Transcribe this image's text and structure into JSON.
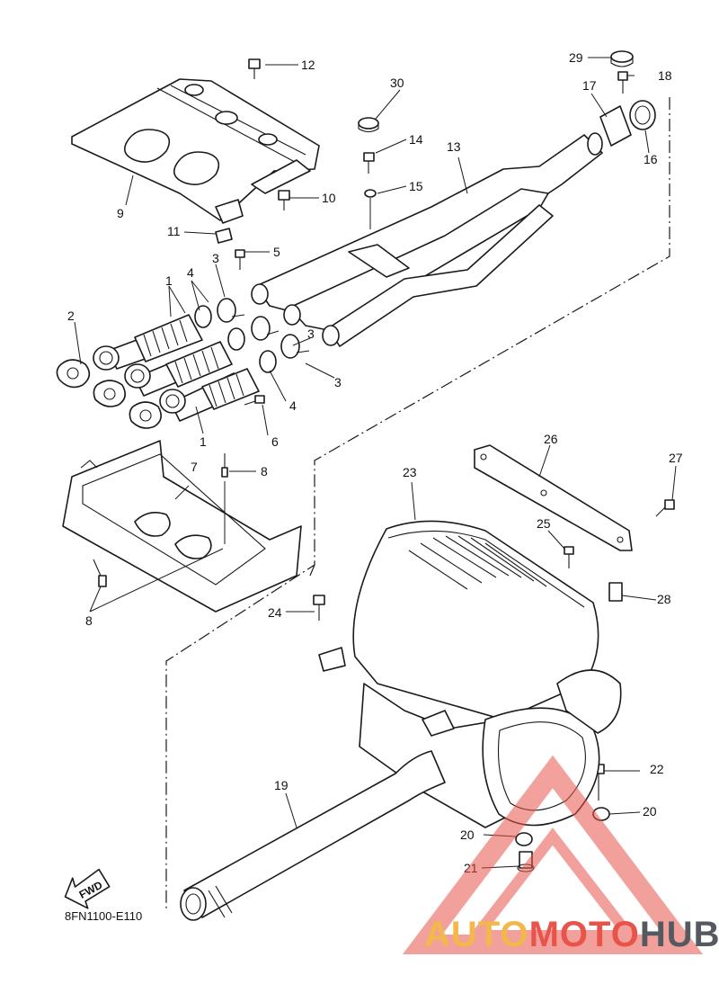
{
  "diagram": {
    "drawing_code": "8FN1100-E110",
    "fwd_label": "FWD",
    "part_numbers": {
      "n1a": "1",
      "n1b": "1",
      "n2": "2",
      "n3a": "3",
      "n3b": "3",
      "n3c": "3",
      "n4a": "4",
      "n4b": "4",
      "n5": "5",
      "n6": "6",
      "n7": "7",
      "n8a": "8",
      "n8b": "8",
      "n9": "9",
      "n10": "10",
      "n11": "11",
      "n12": "12",
      "n13": "13",
      "n14": "14",
      "n15": "15",
      "n16": "16",
      "n17": "17",
      "n18": "18",
      "n19": "19",
      "n20a": "20",
      "n20b": "20",
      "n21": "21",
      "n22": "22",
      "n23": "23",
      "n24": "24",
      "n25": "25",
      "n26": "26",
      "n27": "27",
      "n28": "28",
      "n29": "29",
      "n30": "30"
    }
  },
  "watermark": {
    "part_a": "AUTO",
    "part_b": "MOTO",
    "part_c": "HUB",
    "color_a": "#f2b84b",
    "color_b": "#e8544a",
    "color_c": "#555a60"
  }
}
